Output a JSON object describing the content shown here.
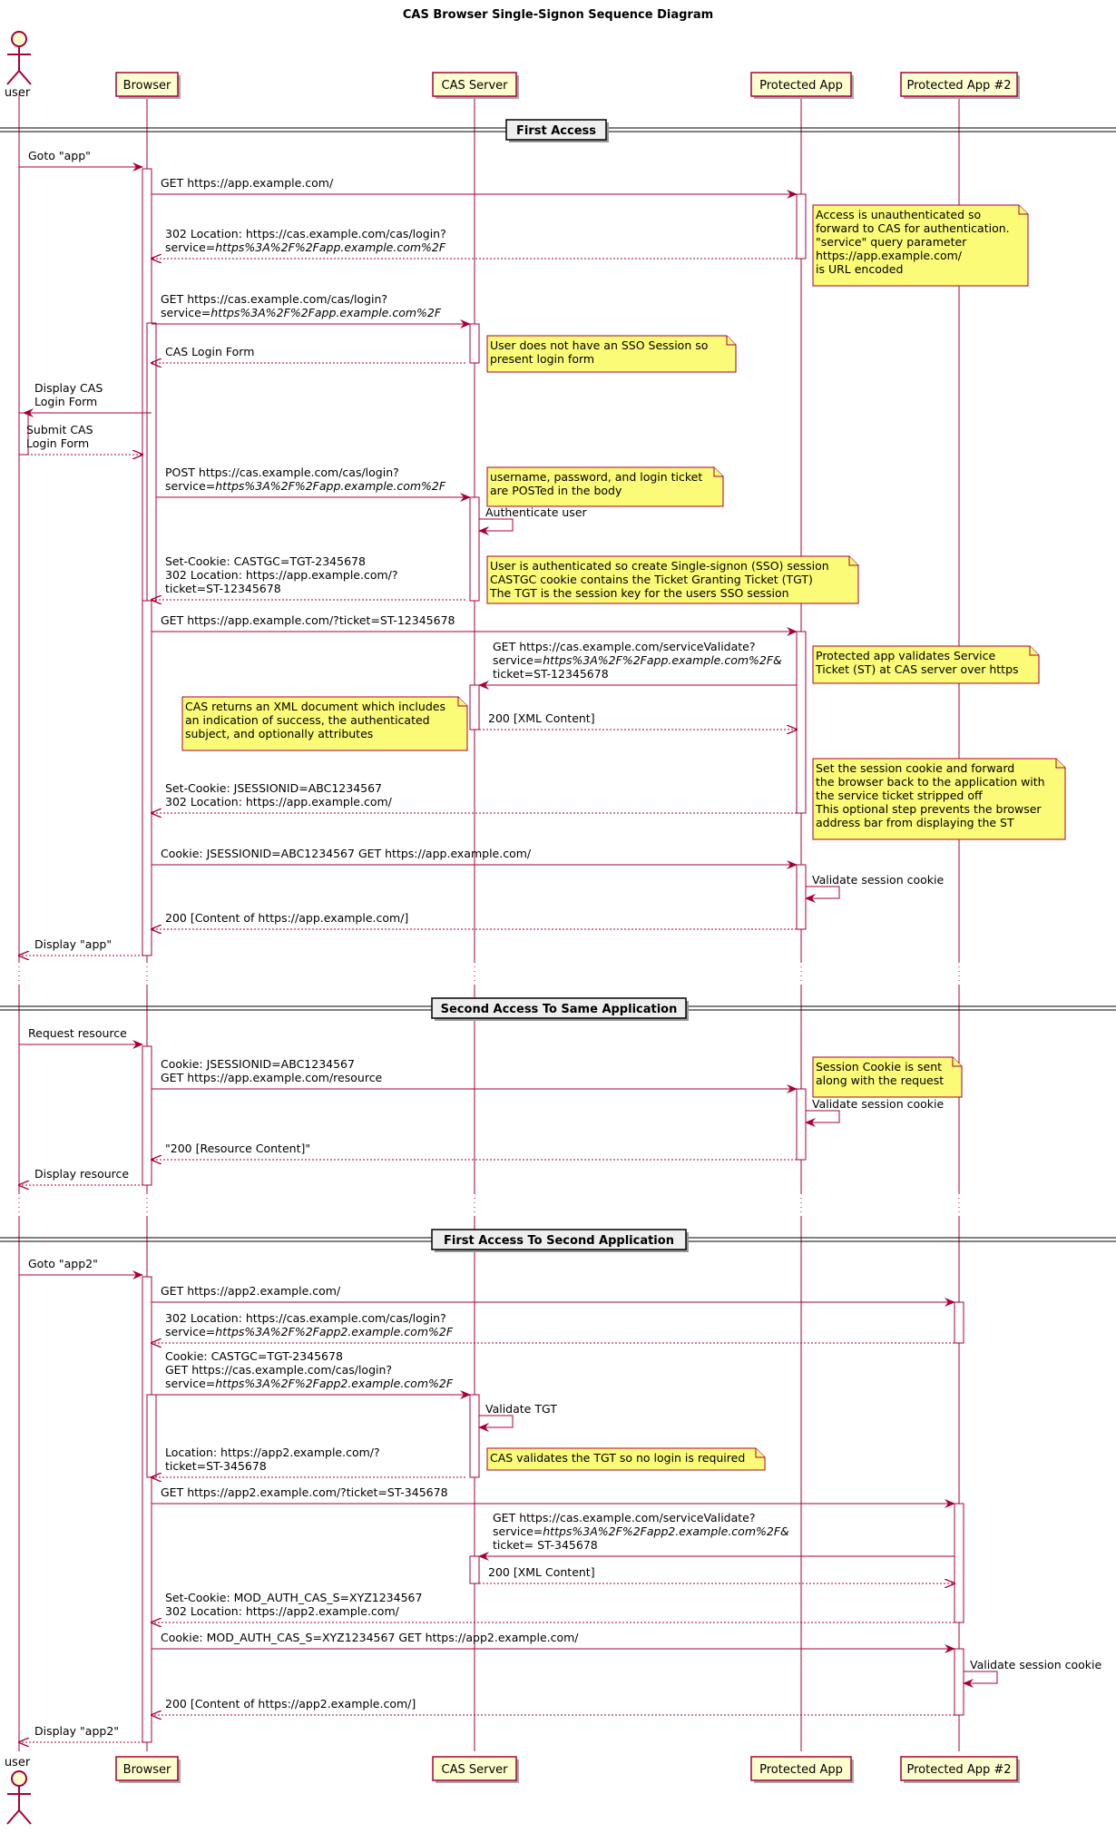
{
  "title": "CAS Browser Single-Signon Sequence Diagram",
  "participants": [
    "user",
    "Browser",
    "CAS Server",
    "Protected App",
    "Protected App #2"
  ],
  "sections": [
    "First Access",
    "Second Access To Same Application",
    "First Access To Second Application"
  ],
  "messages": [
    {
      "lines": [
        "Goto \"app\""
      ]
    },
    {
      "lines": [
        "GET https://app.example.com/"
      ]
    },
    {
      "lines": [
        "302 Location: https://cas.example.com/cas/login?",
        "service=https%3A%2F%2Fapp.example.com%2F"
      ]
    },
    {
      "lines": [
        "GET https://cas.example.com/cas/login?",
        "service=https%3A%2F%2Fapp.example.com%2F"
      ]
    },
    {
      "lines": [
        "CAS Login Form"
      ]
    },
    {
      "lines": [
        "Display CAS",
        "Login Form"
      ]
    },
    {
      "lines": [
        "Submit CAS",
        "Login Form"
      ]
    },
    {
      "lines": [
        "POST https://cas.example.com/cas/login?",
        "service=https%3A%2F%2Fapp.example.com%2F"
      ]
    },
    {
      "lines": [
        "Authenticate user"
      ]
    },
    {
      "lines": [
        "Set-Cookie: CASTGC=TGT-2345678",
        "302 Location: https://app.example.com/?",
        "ticket=ST-12345678"
      ]
    },
    {
      "lines": [
        "GET https://app.example.com/?ticket=ST-12345678"
      ]
    },
    {
      "lines": [
        "GET https://cas.example.com/serviceValidate?",
        "service=https%3A%2F%2Fapp.example.com%2F&",
        "ticket=ST-12345678"
      ]
    },
    {
      "lines": [
        "200 [XML Content]"
      ]
    },
    {
      "lines": [
        "Set-Cookie: JSESSIONID=ABC1234567",
        "302 Location: https://app.example.com/"
      ]
    },
    {
      "lines": [
        "Cookie: JSESSIONID=ABC1234567 GET https://app.example.com/"
      ]
    },
    {
      "lines": [
        "Validate session cookie"
      ]
    },
    {
      "lines": [
        "200 [Content of https://app.example.com/]"
      ]
    },
    {
      "lines": [
        "Display \"app\""
      ]
    },
    {
      "lines": [
        "Request resource"
      ]
    },
    {
      "lines": [
        "Cookie: JSESSIONID=ABC1234567",
        "GET https://app.example.com/resource"
      ]
    },
    {
      "lines": [
        "Validate session cookie"
      ]
    },
    {
      "lines": [
        "\"200 [Resource Content]\""
      ]
    },
    {
      "lines": [
        "Display resource"
      ]
    },
    {
      "lines": [
        "Goto \"app2\""
      ]
    },
    {
      "lines": [
        "GET https://app2.example.com/"
      ]
    },
    {
      "lines": [
        "302 Location: https://cas.example.com/cas/login?",
        "service=https%3A%2F%2Fapp2.example.com%2F"
      ]
    },
    {
      "lines": [
        "Cookie: CASTGC=TGT-2345678",
        "GET https://cas.example.com/cas/login?",
        "service=https%3A%2F%2Fapp2.example.com%2F"
      ]
    },
    {
      "lines": [
        "Validate TGT"
      ]
    },
    {
      "lines": [
        "Location: https://app2.example.com/?",
        "ticket=ST-345678"
      ]
    },
    {
      "lines": [
        "GET https://app2.example.com/?ticket=ST-345678"
      ]
    },
    {
      "lines": [
        "GET https://cas.example.com/serviceValidate?",
        "service=https%3A%2F%2Fapp2.example.com%2F&",
        "ticket= ST-345678"
      ]
    },
    {
      "lines": [
        "200 [XML Content]"
      ]
    },
    {
      "lines": [
        "Set-Cookie: MOD_AUTH_CAS_S=XYZ1234567",
        "302 Location: https://app2.example.com/"
      ]
    },
    {
      "lines": [
        "Cookie: MOD_AUTH_CAS_S=XYZ1234567 GET https://app2.example.com/"
      ]
    },
    {
      "lines": [
        "Validate session cookie"
      ]
    },
    {
      "lines": [
        "200 [Content of https://app2.example.com/]"
      ]
    },
    {
      "lines": [
        "Display \"app2\""
      ]
    }
  ],
  "notes": [
    {
      "lines": [
        "Access is unauthenticated so",
        "forward to CAS for authentication.",
        "\"service\" query parameter",
        "https://app.example.com/",
        "is URL encoded"
      ]
    },
    {
      "lines": [
        "User does not have an SSO Session so",
        "present login form"
      ]
    },
    {
      "lines": [
        "username, password, and login ticket",
        "are POSTed in the body"
      ]
    },
    {
      "lines": [
        "User is authenticated so create Single-signon (SSO) session",
        "CASTGC cookie contains the Ticket Granting Ticket (TGT)",
        "The TGT is the session key for the users SSO session"
      ]
    },
    {
      "lines": [
        "Protected app validates Service",
        "Ticket (ST) at CAS server over https"
      ]
    },
    {
      "lines": [
        "CAS returns an XML document which includes",
        "an indication of success, the authenticated",
        "subject, and optionally attributes"
      ]
    },
    {
      "lines": [
        "Set the session cookie and forward",
        "the browser back to the application with",
        "the service ticket stripped off",
        "This optional step prevents the browser",
        "address bar from displaying the ST"
      ]
    },
    {
      "lines": [
        "Session Cookie is sent",
        "along with the request"
      ]
    },
    {
      "lines": [
        "CAS validates the TGT so no login is required"
      ]
    }
  ],
  "colors": {
    "arrow": "#A80036",
    "participant_fill": "#FEFECE",
    "note_fill": "#FBFB77",
    "activation_fill": "#FFFFFF"
  }
}
